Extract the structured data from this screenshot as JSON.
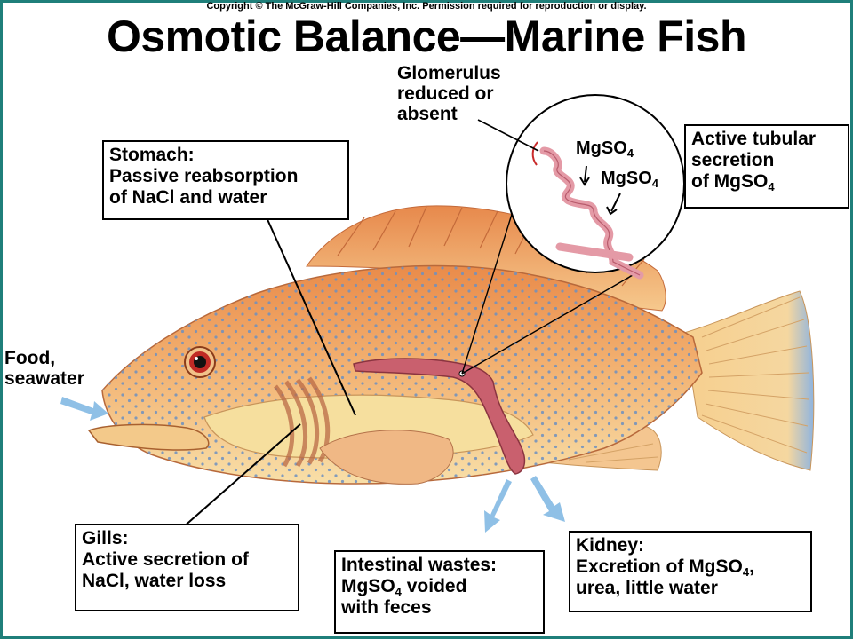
{
  "copyright": "Copyright © The McGraw-Hill Companies, Inc. Permission required for reproduction or display.",
  "title": "Osmotic Balance—Marine Fish",
  "labels": {
    "glomerulus": [
      "Glomerulus",
      "reduced or",
      "absent"
    ],
    "stomach": [
      "Stomach:",
      "Passive reabsorption",
      "of NaCl and water"
    ],
    "tubular": {
      "line1": "Active tubular",
      "line2": "secretion",
      "line3_pre": "of MgSO",
      "line3_sub": "4"
    },
    "food": [
      "Food,",
      "seawater"
    ],
    "gills": [
      "Gills:",
      "Active secretion of",
      "NaCl, water loss"
    ],
    "intestinal": {
      "line1": "Intestinal wastes:",
      "line2_pre": "MgSO",
      "line2_sub": "4",
      "line2_post": " voided",
      "line3": "with feces"
    },
    "kidney": {
      "line1": "Kidney:",
      "line2_pre": "Excretion of MgSO",
      "line2_sub": "4",
      "line2_post": ",",
      "line3": "urea, little water"
    },
    "mgso4_a": {
      "pre": "MgSO",
      "sub": "4"
    },
    "mgso4_b": {
      "pre": "MgSO",
      "sub": "4"
    }
  },
  "colors": {
    "frame": "#1f7f7a",
    "fish_body": "#f0b070",
    "fish_belly": "#f7dea6",
    "spots": "#6d90c0",
    "kidney": "#c9606e",
    "arrows": "#8fc0e6"
  }
}
